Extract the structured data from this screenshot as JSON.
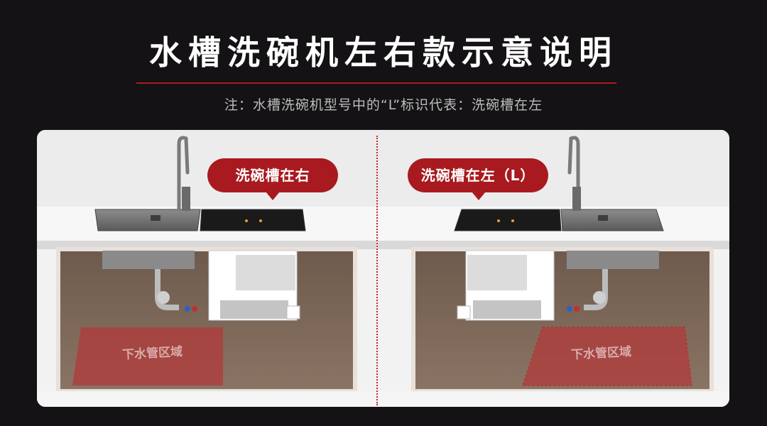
{
  "title": "水槽洗碗机左右款示意说明",
  "subtitle": "注：水槽洗碗机型号中的“L”标识代表：洗碗槽在左",
  "variants": [
    {
      "badge": "洗碗槽在右",
      "zone_label": "下水管区域"
    },
    {
      "badge": "洗碗槽在左（L）",
      "zone_label": "下水管区域"
    }
  ],
  "colors": {
    "background": "#141214",
    "accent": "#a81a1f",
    "zone_fill": "#b23a3a"
  }
}
